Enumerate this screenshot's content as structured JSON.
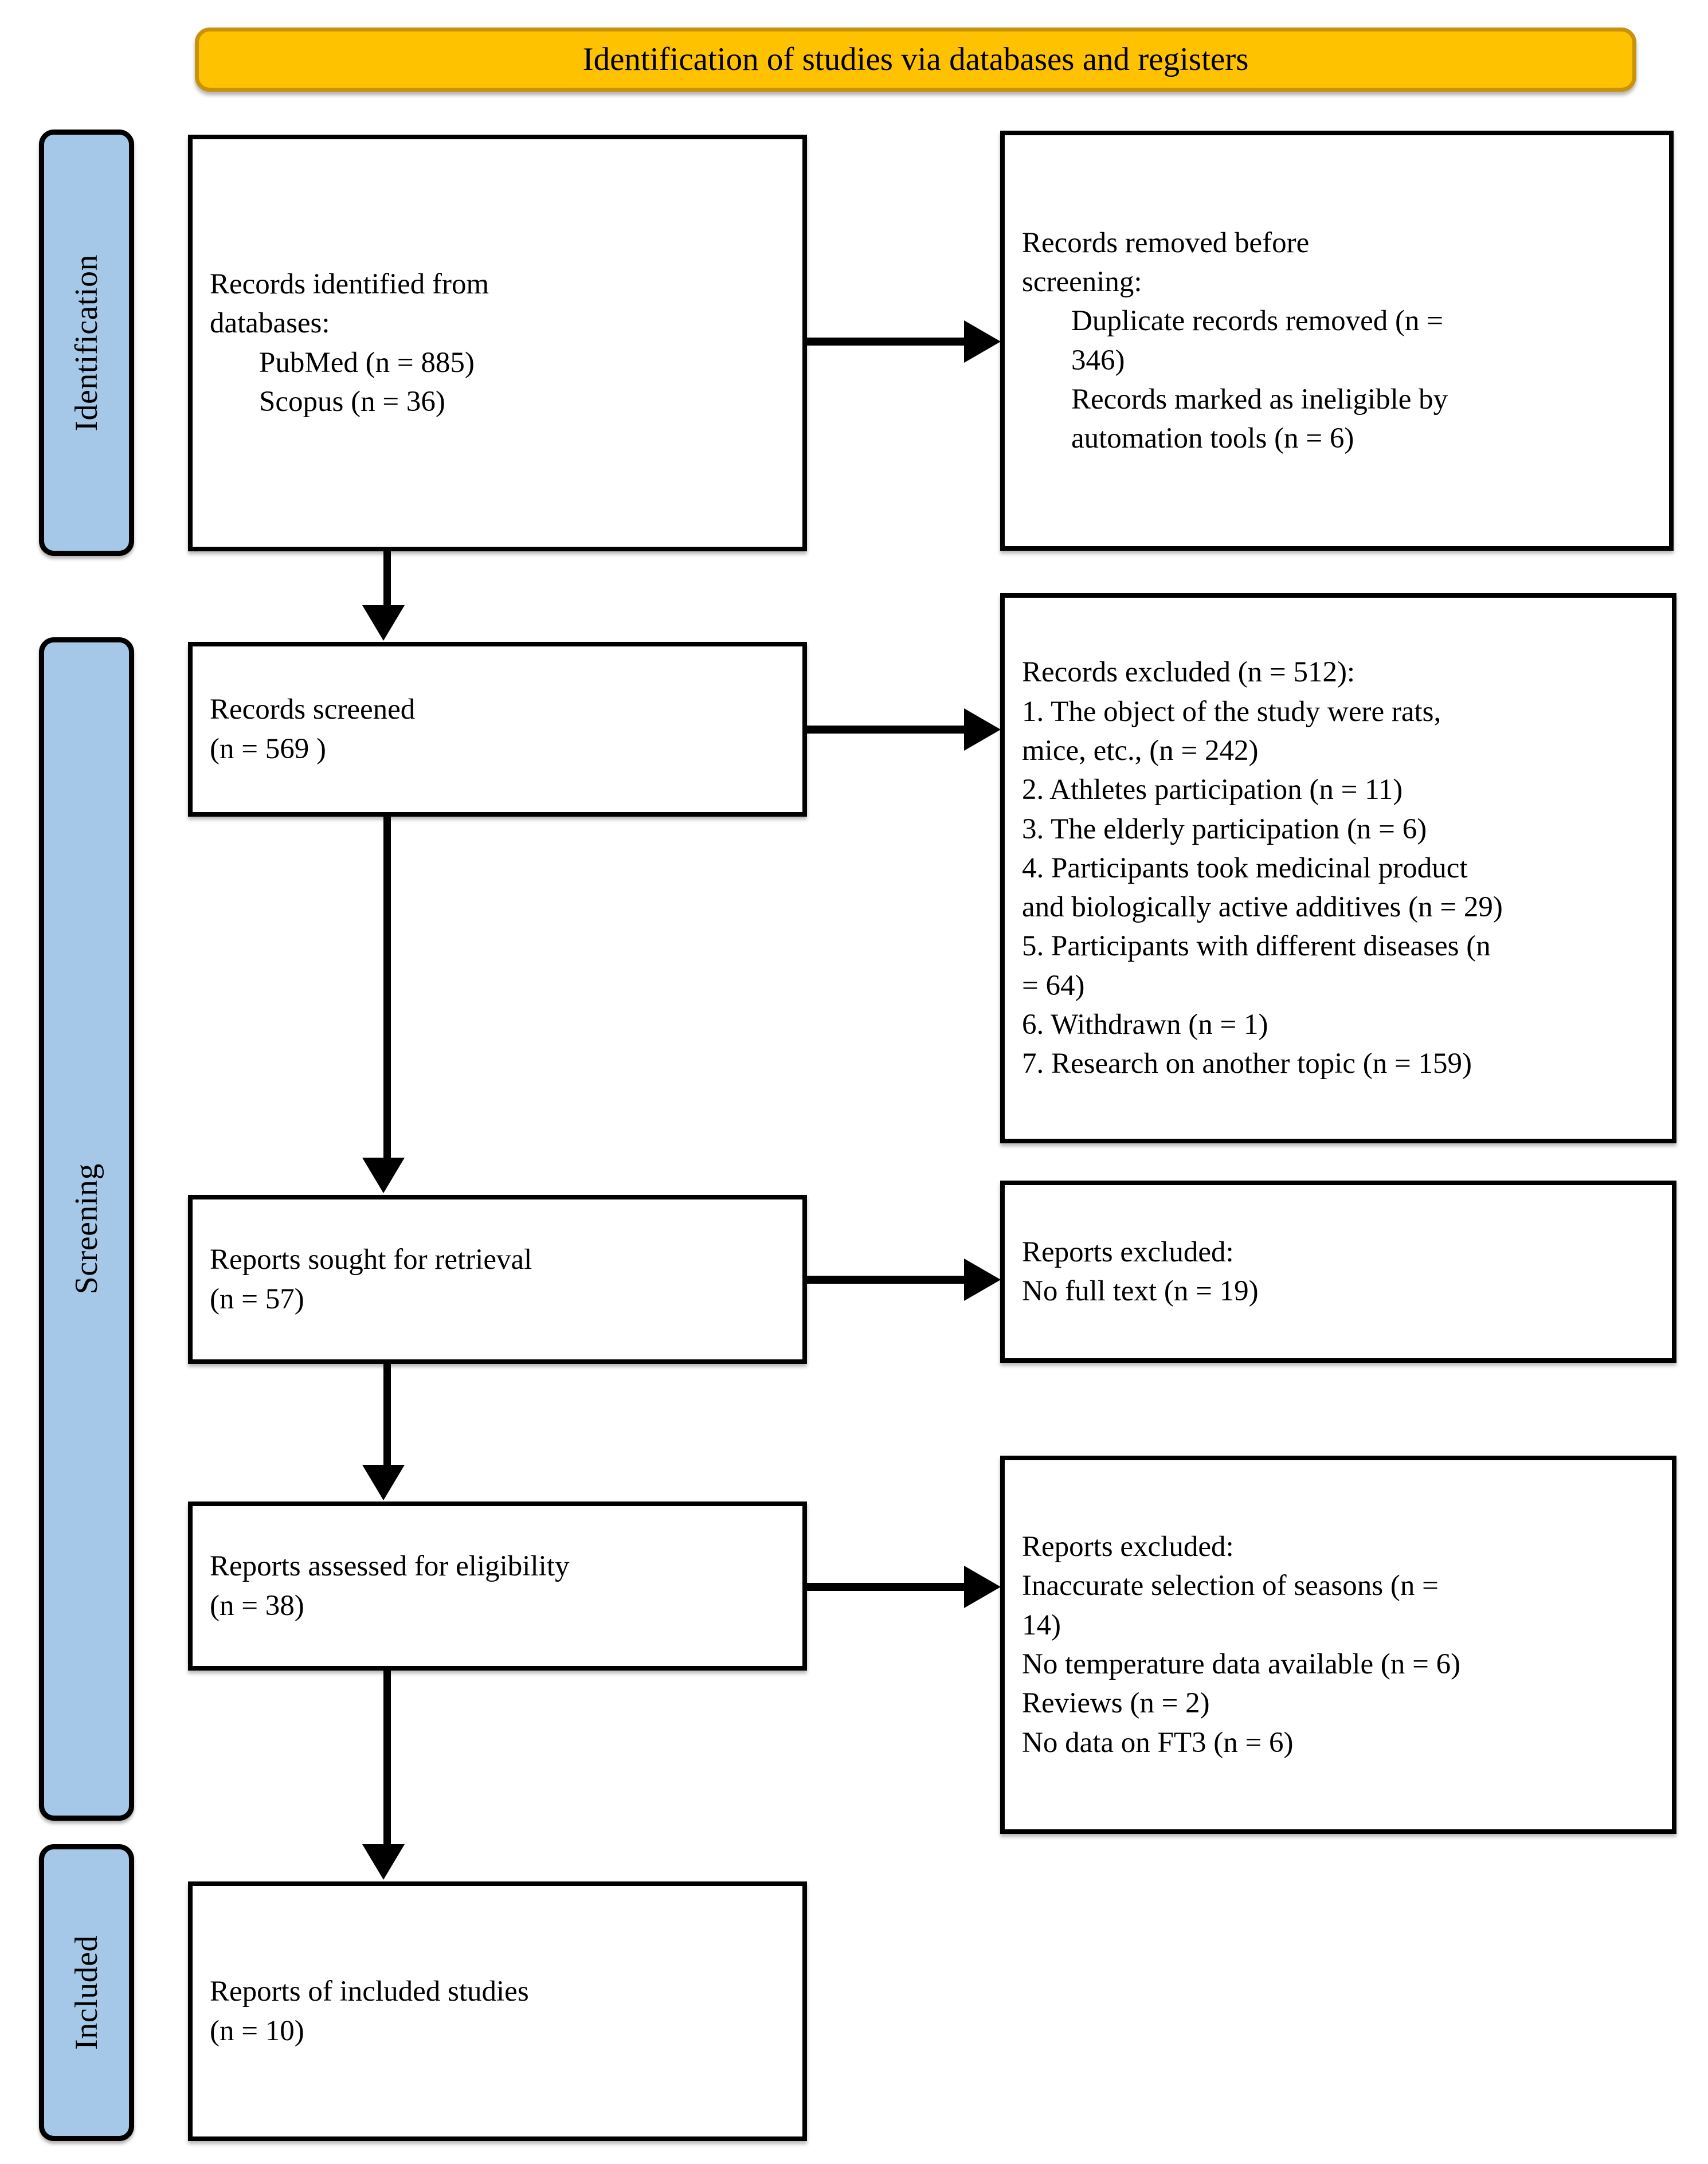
{
  "banner": {
    "title": "Identification of studies via databases and registers"
  },
  "rails": [
    {
      "id": "identification",
      "label": "Identification"
    },
    {
      "id": "screening",
      "label": "Screening"
    },
    {
      "id": "included",
      "label": "Included"
    }
  ],
  "boxes": {
    "identified": {
      "line1": "Records identified from",
      "line2": "databases:",
      "line3": "PubMed (n = 885)",
      "line4": "Scopus (n = 36)"
    },
    "removed": {
      "line1": "Records removed before",
      "line2": "screening:",
      "line3": "Duplicate records removed (n =",
      "line4": "346)",
      "line5": "Records marked as ineligible by",
      "line6": "automation tools (n = 6)"
    },
    "screened": {
      "line1": "Records screened",
      "line2": "(n = 569 )"
    },
    "records_excluded": {
      "line1": "Records excluded (n = 512):",
      "line2": "1. The object of the study were rats,",
      "line3": "mice, etc., (n = 242)",
      "line4": "2. Athletes participation (n = 11)",
      "line5": "3. The elderly participation (n = 6)",
      "line6": "4. Participants took medicinal product",
      "line7": "and biologically active additives (n = 29)",
      "line8": "5. Participants with different diseases (n",
      "line9": "= 64)",
      "line10": "6. Withdrawn (n = 1)",
      "line11": "7. Research on another topic (n = 159)"
    },
    "sought": {
      "line1": "Reports sought for retrieval",
      "line2": "(n = 57)"
    },
    "reports_excluded_1": {
      "line1": "Reports excluded:",
      "line2": "No full text (n = 19)"
    },
    "assessed": {
      "line1": "Reports assessed for eligibility",
      "line2": "(n = 38)"
    },
    "reports_excluded_2": {
      "line1": "Reports excluded:",
      "line2": "Inaccurate selection of seasons (n =",
      "line3": "14)",
      "line4": "No temperature data available (n = 6)",
      "line5": "Reviews (n = 2)",
      "line6": "No data on FT3 (n = 6)"
    },
    "included": {
      "line1": "Reports of included studies",
      "line2": "(n = 10)"
    }
  },
  "colors": {
    "banner_fill": "#FFC200",
    "banner_border": "#C8930A",
    "rail_fill": "#A5C8E8",
    "box_border": "#000000",
    "arrow": "#000000",
    "background": "#FFFFFF"
  },
  "flow_counts": {
    "pubmed": 885,
    "scopus": 36,
    "duplicates_removed": 346,
    "ineligible_automation": 6,
    "records_screened": 569,
    "records_excluded_total": 512,
    "excluded_animals": 242,
    "excluded_athletes": 11,
    "excluded_elderly": 6,
    "excluded_medicinal": 29,
    "excluded_diseases": 64,
    "excluded_withdrawn": 1,
    "excluded_other_topic": 159,
    "reports_sought": 57,
    "no_full_text": 19,
    "reports_assessed": 38,
    "inaccurate_seasons": 14,
    "no_temperature_data": 6,
    "reviews": 2,
    "no_ft3_data": 6,
    "reports_included": 10
  }
}
